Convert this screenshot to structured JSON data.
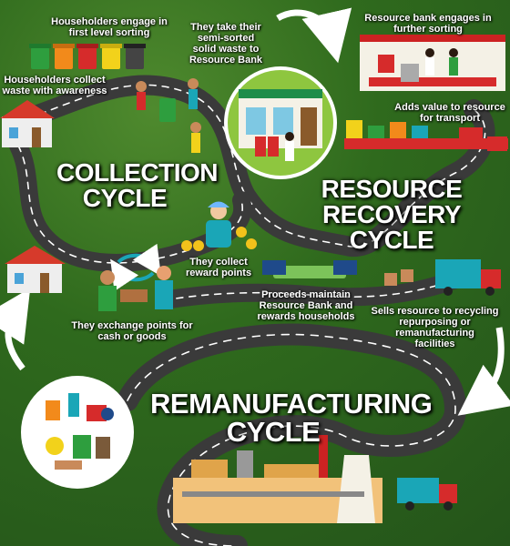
{
  "cycles": {
    "collection": [
      "COLLECTION",
      "CYCLE"
    ],
    "recovery": [
      "RESOURCE",
      "RECOVERY CYCLE"
    ],
    "remanufacturing": [
      "REMANUFACTURING",
      "CYCLE"
    ]
  },
  "steps": {
    "first_sorting": [
      "Householders engage in",
      "first level sorting"
    ],
    "collect_waste": [
      "Householders collect",
      "waste with awareness"
    ],
    "take_waste": [
      "They take their",
      "semi-sorted",
      "solid waste to",
      "Resource Bank"
    ],
    "further_sorting": [
      "Resource bank engages in",
      "further sorting"
    ],
    "add_value": [
      "Adds value to resource",
      "for transport"
    ],
    "reward_points": [
      "They collect",
      "reward points"
    ],
    "proceeds": [
      "Proceeds maintain",
      "Resource Bank and",
      "rewards households"
    ],
    "sells": [
      "Sells resource to recycling",
      "repurposing or remanufacturing",
      "facilities"
    ],
    "exchange": [
      "They exchange points for",
      "cash or goods"
    ]
  },
  "colors": {
    "grass_dark": "#24541a",
    "road": "#3a3a3a",
    "bin_green": "#2e9e3e",
    "bin_orange": "#f28a1b",
    "bin_red": "#d62b2b",
    "bin_yellow": "#f2d21b",
    "bin_gray": "#444444",
    "truck_teal": "#1aa6b7",
    "arrow": "#ffffff"
  }
}
